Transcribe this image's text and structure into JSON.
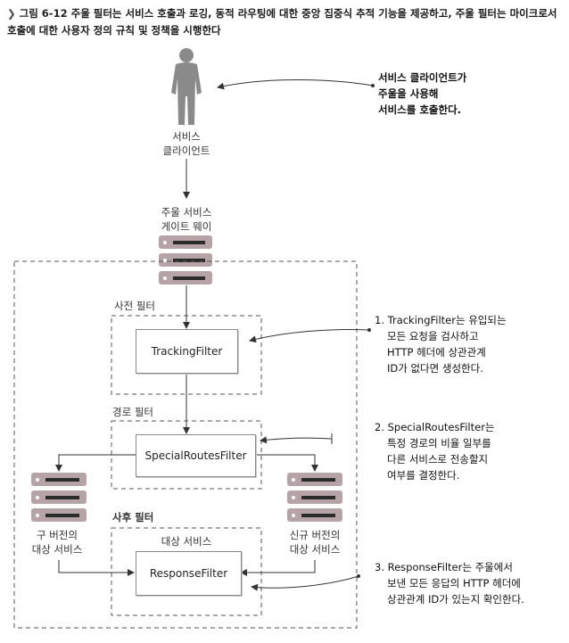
{
  "caption": {
    "figure_number": "그림 6-12",
    "line1": "주울 필터는 서비스 호출과 로깅, 동적 라우팅에 대한 중앙 집중식 추적 기능을 제공하고, 주울 필터는 마이크로서",
    "line2": "호출에 대한 사용자 정의 규칙 및 정책을 시행한다"
  },
  "service_client": {
    "label_line1": "서비스",
    "label_line2": "클라이언트"
  },
  "top_annotation": {
    "line1": "서비스 클라이언트가",
    "line2": "주울을 사용해",
    "line3": "서비스를 호출한다."
  },
  "gateway": {
    "label_line1": "주울 서비스",
    "label_line2": "게이트 웨이"
  },
  "groups": {
    "pre": "사전 필터",
    "route": "경로 필터",
    "post": "사후 필터"
  },
  "filters": {
    "tracking": "TrackingFilter",
    "special_routes": "SpecialRoutesFilter",
    "response": "ResponseFilter"
  },
  "services": {
    "old_line1": "구 버전의",
    "old_line2": "대상 서비스",
    "new_line1": "신규 버전의",
    "new_line2": "대상 서비스",
    "target": "대상 서비스"
  },
  "annotations": {
    "a1_line1": "1. TrackingFilter는 유입되는",
    "a1_line2": "모든 요청을 검사하고",
    "a1_line3": "HTTP 헤더에 상관관계",
    "a1_line4": "ID가 없다면 생성한다.",
    "a2_line1": "2. SpecialRoutesFilter는",
    "a2_line2": "특정 경로의 비율 일부를",
    "a2_line3": "다른 서비스로 전송할지",
    "a2_line4": "여부를 결정한다.",
    "a3_line1": "3. ResponseFilter는 주울에서",
    "a3_line2": "보낸 모든 응답의 HTTP 헤더에",
    "a3_line3": "상관관계 ID가 있는지 확인한다."
  },
  "colors": {
    "server_body": "#b6a3a8",
    "server_slot": "#2b2b2b",
    "person": "#8a8a8a",
    "dashed": "#555555"
  }
}
